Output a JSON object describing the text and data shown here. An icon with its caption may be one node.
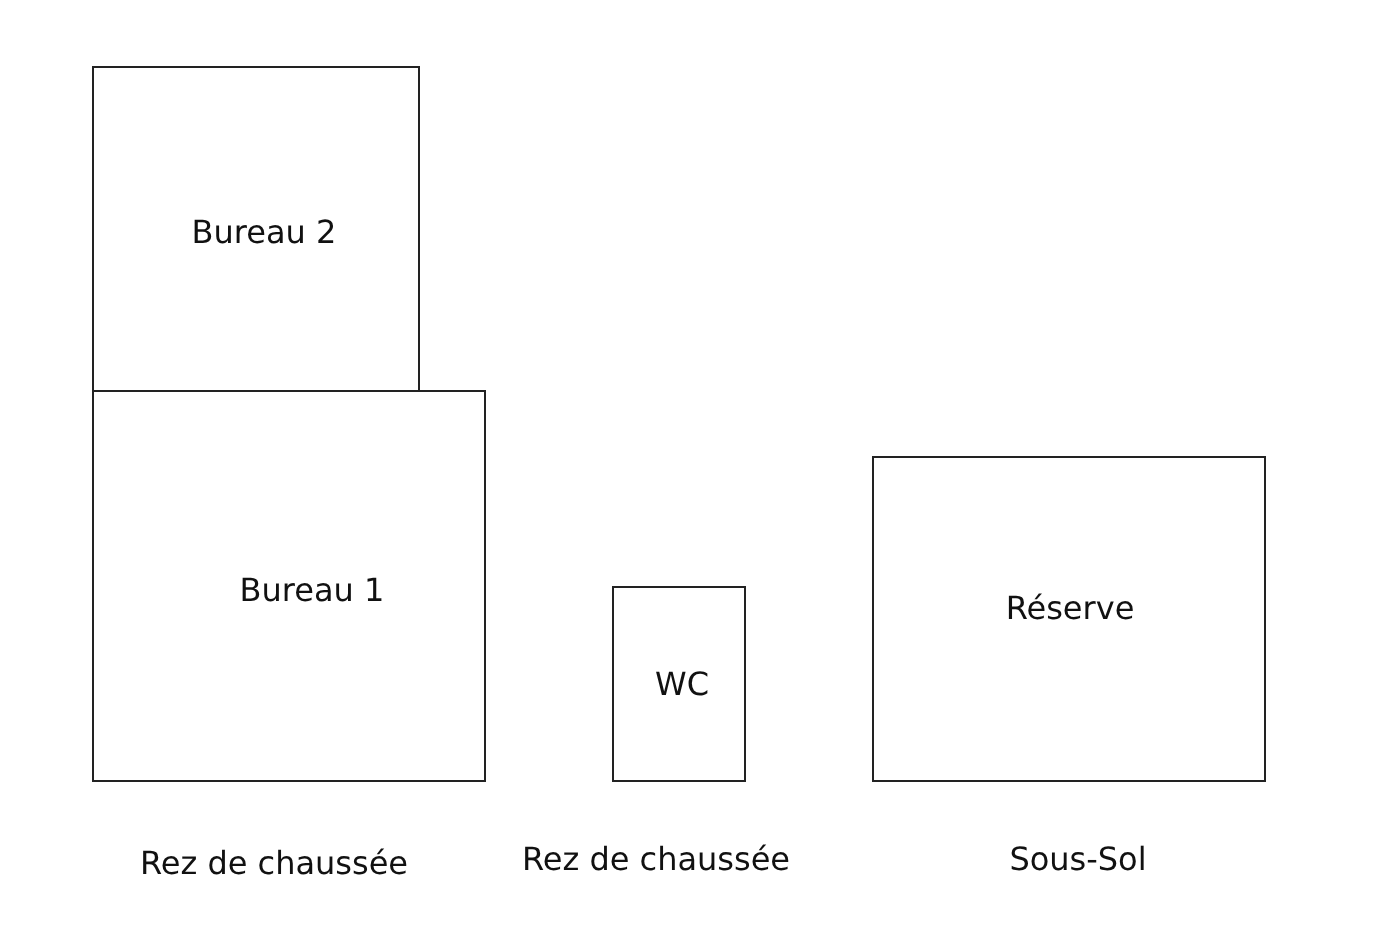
{
  "diagram": {
    "nodes": [
      {
        "text": [
          "Bureau 2"
        ]
      },
      {
        "text": [
          "Bureau 1"
        ]
      },
      {
        "text": [
          "WC"
        ]
      },
      {
        "text": [
          "Réserve"
        ]
      }
    ],
    "labels": [
      "Rez de chaussée",
      "Rez de chaussée",
      "Sous-Sol"
    ]
  }
}
